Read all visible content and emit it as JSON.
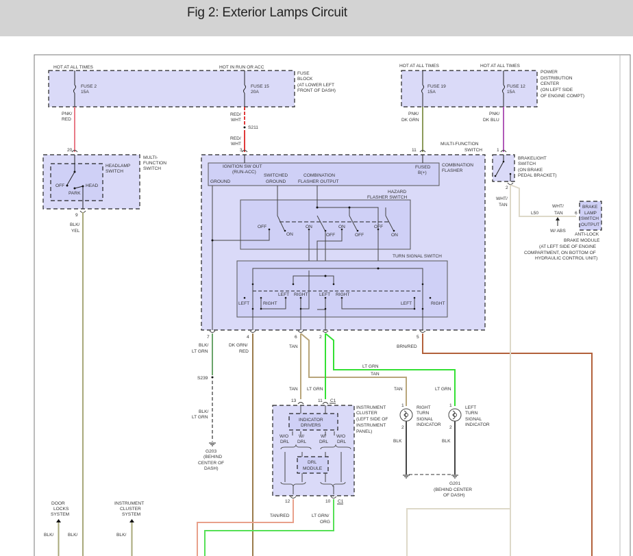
{
  "header": {
    "title": "Fig 2: Exterior Lamps Circuit"
  },
  "power": {
    "hot_fuse2": "HOT AT ALL TIMES",
    "hot_fuse15": "HOT IN RUN OR ACC",
    "hot_fuse19": "HOT AT ALL TIMES",
    "hot_fuse12": "HOT AT ALL TIMES"
  },
  "fuses": {
    "f2_name": "FUSE 2",
    "f2_rating": "15A",
    "f15_name": "FUSE 15",
    "f15_rating": "20A",
    "f19_name": "FUSE 19",
    "f19_rating": "15A",
    "f12_name": "FUSE 12",
    "f12_rating": "15A"
  },
  "fuse_block": {
    "l1": "FUSE",
    "l2": "BLOCK",
    "l3": "(AT LOWER LEFT",
    "l4": "FRONT OF DASH)"
  },
  "pdc": {
    "l1": "POWER",
    "l2": "DISTRIBUTION",
    "l3": "CENTER",
    "l4": "(ON LEFT SIDE",
    "l5": "OF ENGINE COMPT)"
  },
  "wires": {
    "pnk_red_1": "PNK/",
    "pnk_red_2": "RED",
    "red_wht_a1": "RED/",
    "red_wht_a2": "WHT",
    "splice_s211": "S211",
    "red_wht_b1": "RED/",
    "red_wht_b2": "WHT",
    "pnk_dkgrn_1": "PNK/",
    "pnk_dkgrn_2": "DK GRN",
    "pnk_dkblu_1": "PNK/",
    "pnk_dkblu_2": "DK BLU",
    "blk_yel_1": "BLK/",
    "blk_yel_2": "YEL",
    "wht_tan_1": "WHT/",
    "wht_tan_2": "TAN",
    "l50": "L50",
    "wht_tan_b1": "WHT/",
    "wht_tan_b2": "TAN",
    "w_abs": "W/ ABS",
    "blk_ltgrn_1": "BLK/",
    "blk_ltgrn_2": "LT GRN",
    "dkgrn_red_1": "DK GRN/",
    "dkgrn_red_2": "RED",
    "tan_a": "TAN",
    "brn_red": "BRN/RED",
    "lt_grn_h": "LT GRN",
    "tan_h": "TAN",
    "splice_s239": "S239",
    "blk_ltgrn_b1": "BLK/",
    "blk_ltgrn_b2": "LT GRN",
    "tan_b": "TAN",
    "lt_grn_b": "LT GRN",
    "tan_c": "TAN",
    "lt_grn_c": "LT GRN",
    "blk_r": "BLK",
    "blk_l": "BLK",
    "tan_red": "TAN/RED",
    "ltgrn_org_1": "LT GRN/",
    "ltgrn_org_2": "ORG",
    "blk_b1": "BLK/",
    "blk_b2": "BLK/",
    "blk_b3": "BLK/"
  },
  "pins": {
    "p20": "20",
    "p9": "9",
    "p3": "3",
    "p11": "11",
    "p1": "1",
    "p2": "2",
    "p7": "7",
    "p4": "4",
    "p6": "6",
    "p2b": "2",
    "p5": "5",
    "p13": "13",
    "p11b": "11",
    "c1a": "C1",
    "p12": "12",
    "p10": "10",
    "c1b": "C1",
    "p6abs": "6",
    "ri1": "1",
    "ri2": "2",
    "li1": "1",
    "li2": "2"
  },
  "mfs": {
    "l1": "MULTI-",
    "l2": "FUNCTION",
    "l3": "SWITCH"
  },
  "headlamp": {
    "l1": "HEADLAMP",
    "l2": "SWITCH",
    "off": "OFF",
    "head": "HEAD",
    "park": "PARK"
  },
  "mfs2": {
    "l1": "MULTI-FUNCTION",
    "l2": "SWITCH"
  },
  "flasher": {
    "l1": "COMBINATION",
    "l2": "FLASHER",
    "ign1": "IGNITION SW OUT",
    "ign2": "(RUN-ACC)",
    "fused1": "FUSED",
    "fused2": "B(+)",
    "ground": "GROUND",
    "sw_gnd1": "SWITCHED",
    "sw_gnd2": "GROUND",
    "out1": "COMBINATION",
    "out2": "FLASHER OUTPUT"
  },
  "hazard": {
    "l1": "HAZARD",
    "l2": "FLASHER SWITCH",
    "off1": "OFF",
    "on1": "ON",
    "on2": "ON",
    "off2": "OFF",
    "on3": "ON",
    "off3": "OFF",
    "off4": "OFF",
    "on4": "ON"
  },
  "turn": {
    "title": "TURN SIGNAL SWITCH",
    "left1": "LEFT",
    "right1": "RIGHT",
    "left2": "LEFT",
    "right2": "RIGHT",
    "left3": "LEFT",
    "right3": "RIGHT",
    "left4": "LEFT",
    "right4": "RIGHT"
  },
  "brakelight": {
    "l1": "BRAKELIGHT",
    "l2": "SWITCH",
    "l3": "(ON BRAKE",
    "l4": "PEDAL BRACKET)"
  },
  "abs": {
    "b1": "BRAKE",
    "b2": "LAMP",
    "b3": "SWITCH",
    "b4": "OUTPUT",
    "l1": "ANTI-LOCK",
    "l2": "BRAKE MODULE",
    "l3": "(AT LEFT SIDE OF ENGINE",
    "l4": "COMPARTMENT, ON BOTTOM OF",
    "l5": "HYDRAULIC CONTROL UNIT)"
  },
  "cluster": {
    "l1": "INSTRUMENT",
    "l2": "CLUSTER",
    "l3": "(LEFT SIDE OF",
    "l4": "INSTRUMENT",
    "l5": "PANEL)",
    "drv1": "INDICATOR",
    "drv2": "DRIVERS",
    "wo1a": "W/O",
    "wo1b": "DRL",
    "w1a": "W/",
    "w1b": "DRL",
    "w2a": "W/",
    "w2b": "DRL",
    "wo2a": "W/O",
    "wo2b": "DRL",
    "drl1": "DRL",
    "drl2": "MODULE"
  },
  "g203": {
    "l1": "G203",
    "l2": "(BEHIND",
    "l3": "CENTER OF",
    "l4": "DASH)"
  },
  "indicators": {
    "r1": "RIGHT",
    "r2": "TURN",
    "r3": "SIGNAL",
    "r4": "INDICATOR",
    "l1": "LEFT",
    "l2": "TURN",
    "l3": "SIGNAL",
    "l4": "INDICATOR"
  },
  "g201": {
    "l1": "G201",
    "l2": "(BEHIND CENTER",
    "l3": "OF DASH)"
  },
  "bottom": {
    "door1": "DOOR",
    "door2": "LOCKS",
    "door3": "SYSTEM",
    "ic1": "INSTRUMENT",
    "ic2": "CLUSTER",
    "ic3": "SYSTEM"
  },
  "colors": {
    "pnk_red": "#e87a86",
    "red_wht": "#e03a3a",
    "tan": "#b8a57a",
    "lt_grn": "#33e033",
    "brn_red": "#b2603a",
    "blk": "#444444",
    "wht_tan": "#ddd8c8",
    "blk_yel": "#a8a87a"
  }
}
